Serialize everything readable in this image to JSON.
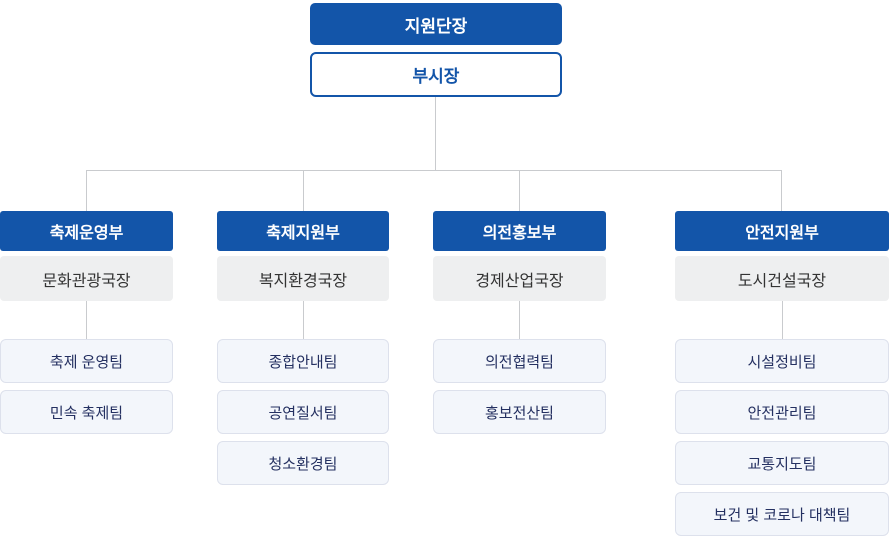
{
  "org_chart": {
    "root": {
      "label": "지원단장"
    },
    "deputy": {
      "label": "부시장"
    },
    "columns": [
      {
        "header": "축제운영부",
        "director": "문화관광국장",
        "teams": [
          "축제 운영팀",
          "민속 축제팀"
        ]
      },
      {
        "header": "축제지원부",
        "director": "복지환경국장",
        "teams": [
          "종합안내팀",
          "공연질서팀",
          "청소환경팀"
        ]
      },
      {
        "header": "의전홍보부",
        "director": "경제산업국장",
        "teams": [
          "의전협력팀",
          "홍보전산팀"
        ]
      },
      {
        "header": "안전지원부",
        "director": "도시건설국장",
        "teams": [
          "시설정비팀",
          "안전관리팀",
          "교통지도팀",
          "보건 및 코로나 대책팀"
        ]
      }
    ],
    "colors": {
      "primary_blue": "#1355A9",
      "director_bg": "#eeeff0",
      "director_text": "#333333",
      "team_bg": "#f3f6fb",
      "team_border": "#dde1ec",
      "team_text": "#243061",
      "connector_line": "#c9cbce"
    }
  }
}
